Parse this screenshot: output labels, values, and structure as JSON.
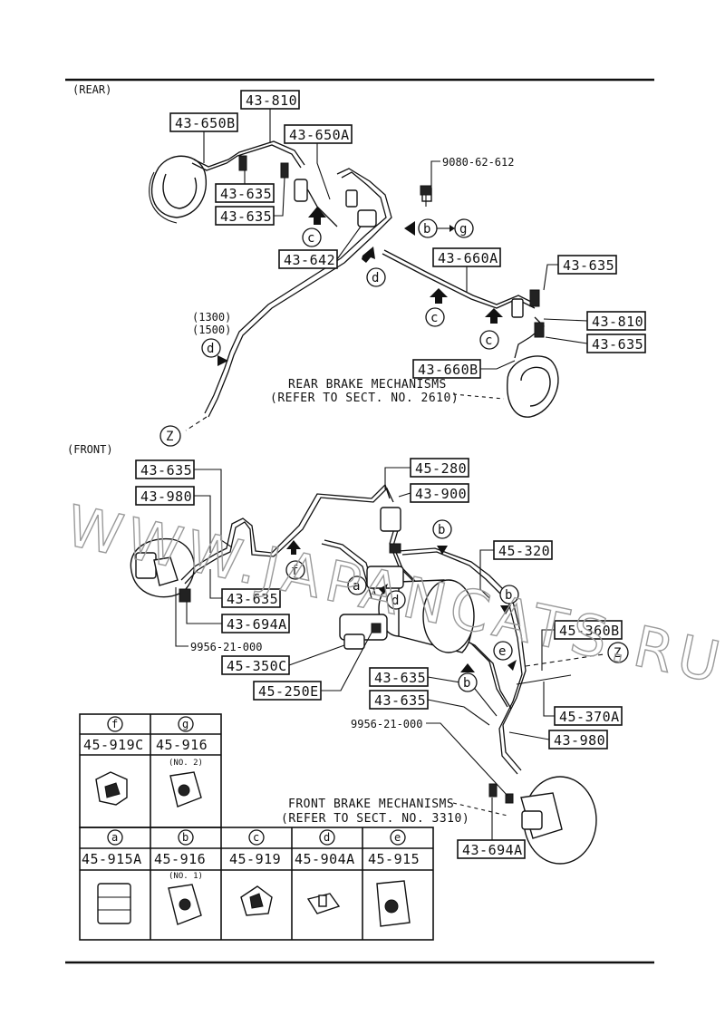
{
  "sections": {
    "rear": "(REAR)",
    "front": "(FRONT)"
  },
  "rear_labels": {
    "p43_810_top": "43-810",
    "p43_650B": "43-650B",
    "p43_650A": "43-650A",
    "p9080": "9080-62-612",
    "p43_635_a": "43-635",
    "p43_635_b": "43-635",
    "p43_642": "43-642",
    "p43_660A": "43-660A",
    "p43_635_c": "43-635",
    "p43_810_right": "43-810",
    "p43_635_d": "43-635",
    "p43_660B": "43-660B",
    "v1300": "(1300)",
    "v1500": "(1500)"
  },
  "rear_notes": {
    "line1": "REAR BRAKE MECHANISMS",
    "line2": "(REFER TO SECT. NO. 2610)"
  },
  "front_labels": {
    "p43_635_a": "43-635",
    "p43_980_a": "43-980",
    "p45_280": "45-280",
    "p43_900": "43-900",
    "p45_320": "45-320",
    "p43_635_b": "43-635",
    "p43_694A_a": "43-694A",
    "p9956_a": "9956-21-000",
    "p45_350C": "45-350C",
    "p45_250E": "45-250E",
    "p45_360B": "45-360B",
    "p43_635_c": "43-635",
    "p43_635_d": "43-635",
    "p45_370A": "45-370A",
    "p9956_b": "9956-21-000",
    "p43_980_b": "43-980",
    "p43_694A_b": "43-694A"
  },
  "front_notes": {
    "line1": "FRONT BRAKE MECHANISMS",
    "line2": "(REFER TO SECT. NO. 3310)"
  },
  "callouts": {
    "a": "a",
    "b": "b",
    "c": "c",
    "d": "d",
    "e": "e",
    "f": "f",
    "g": "g",
    "z": "Z"
  },
  "clip_table": {
    "top_row": [
      {
        "letter": "f",
        "part": "45-919C",
        "note": ""
      },
      {
        "letter": "g",
        "part": "45-916",
        "note": "(NO. 2)"
      }
    ],
    "bottom_row": [
      {
        "letter": "a",
        "part": "45-915A",
        "note": ""
      },
      {
        "letter": "b",
        "part": "45-916",
        "note": "(NO. 1)"
      },
      {
        "letter": "c",
        "part": "45-919",
        "note": ""
      },
      {
        "letter": "d",
        "part": "45-904A",
        "note": ""
      },
      {
        "letter": "e",
        "part": "45-915",
        "note": ""
      }
    ]
  },
  "watermark": "WWW.JAPANCATS.RU"
}
